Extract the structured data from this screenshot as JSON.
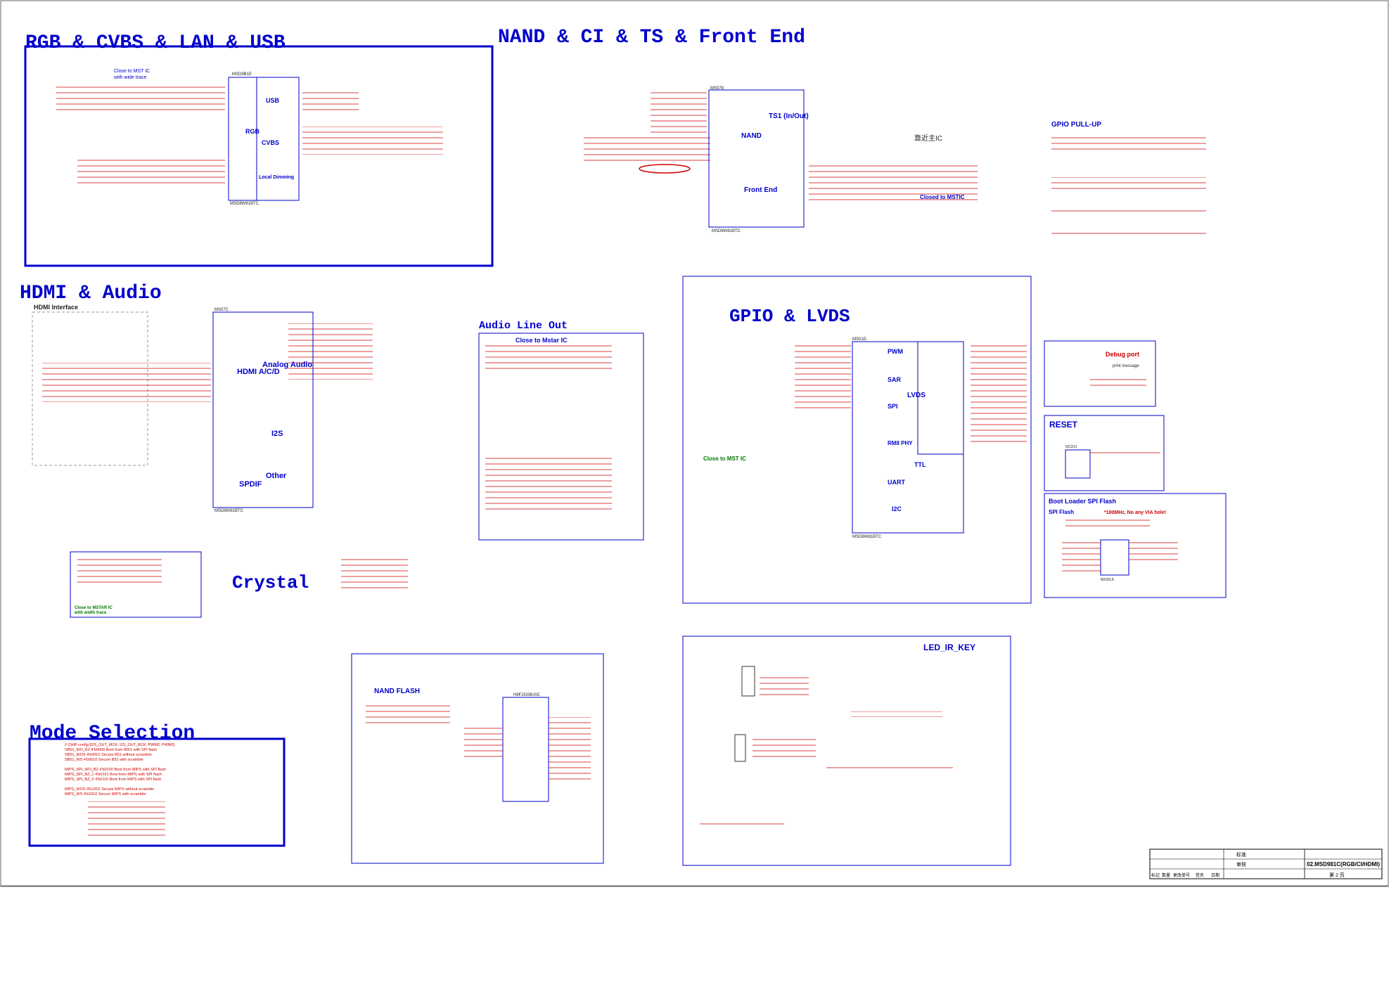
{
  "sections": {
    "rgb": {
      "title": "RGB & CVBS & LAN & USB",
      "chip": "MSD9B1E",
      "chip_part": "MSD8W81BTC",
      "blocks": [
        "USB",
        "RGB",
        "CVBS",
        "Local Dimming"
      ],
      "note1": "Close to MST IC",
      "note2": "with wide trace"
    },
    "nand_ci": {
      "title": "NAND & CI & TS & Front End",
      "chip": "MS078",
      "chip_part": "MSD8W81BTC",
      "blocks": [
        "TS1 (In/Out)",
        "NAND",
        "Front End"
      ],
      "note_cn": "靠近主IC",
      "note_closed": "Closed to MSTIC"
    },
    "gpio_pullup": {
      "title": "GPIO PULL-UP"
    },
    "hdmi": {
      "title": "HDMI & Audio",
      "subtitle": "HDMI Interface",
      "chip": "MS07C",
      "chip_part": "MSD8W81BTC",
      "blocks": [
        "HDMI A/C/D",
        "Analog Audio",
        "I2S",
        "SPDIF",
        "Other"
      ]
    },
    "audio_out": {
      "title": "Audio Line Out",
      "note": "Close to Mstar IC"
    },
    "gpio_lvds": {
      "title": "GPIO & LVDS",
      "chip": "MS01D",
      "chip_part": "MSD8W81BTC",
      "blocks": [
        "PWM",
        "SAR",
        "SPI",
        "RMII PHY",
        "UART",
        "I2C",
        "LVDS",
        "TTL"
      ],
      "note": "Close to MST IC"
    },
    "debug": {
      "title": "Debug port",
      "sub": "print message"
    },
    "reset": {
      "title": "RESET",
      "chip": "NC2/11"
    },
    "spi": {
      "title": "Boot Loader SPI Flash",
      "sub": "SPI Flash",
      "note": "*100MHz, No any VIA hole!",
      "chip": "MX25L8"
    },
    "crystal": {
      "title": "Crystal",
      "note1": "Close to MSTAR IC",
      "note2": "with width trace"
    },
    "nand_flash": {
      "title": "NAND FLASH",
      "chip": "H9F2G08U0C"
    },
    "led_ir": {
      "title": "LED_IR_KEY"
    },
    "mode": {
      "title": "Mode Selection",
      "lines": [
        "// CHIP config  [I2S_OUT_MCK, I2S_OUT_BCK, PWM2, PWM0]",
        "SB51_WO_BZ     4'b0000  Boot from 8051 with SPI flash",
        "SB51_WOS       4'b0001  Secure B51 without scramble",
        "SB51_WS        4'b0010  Secure B51 with scramble",
        "",
        "MIPS_SPI_WO_BZ 4'b0100  Boot from MIPS with SPI flash",
        "MIPS_SPI_BZ_1  4'b0101  Boot from MIPS with SPI flash",
        "MIPS_SPI_BZ_2  4'b0110  Boot from MIPS with SPI flash",
        "",
        "MIPS_WOS       4'b1001  Secure MIPS without scramble",
        "MIPS_WS        4'b1010  Secure MIPS with scramble"
      ]
    }
  },
  "title_block": {
    "doc_number": "02.MSD981C(RGB/CI/HDMI)",
    "page": "第 2 页",
    "headers": [
      "标记",
      "数量",
      "更改单号",
      "签名",
      "日期"
    ],
    "approve": [
      "标准",
      "审核"
    ]
  },
  "colors": {
    "section": "#0000cc",
    "net": "#cc0000",
    "note": "#007700"
  }
}
